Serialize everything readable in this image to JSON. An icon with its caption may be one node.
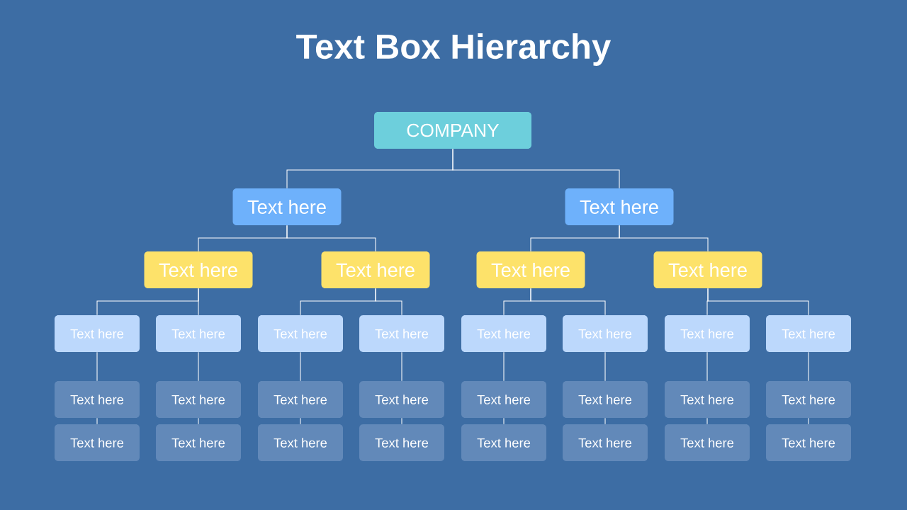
{
  "diagram": {
    "title": "Text Box Hierarchy",
    "nodes": [
      {
        "text": [
          "COMPANY"
        ]
      },
      {
        "text": [
          "Text here"
        ]
      },
      {
        "text": [
          "Text here"
        ]
      },
      {
        "text": [
          "Text here"
        ]
      },
      {
        "text": [
          "Text here"
        ]
      },
      {
        "text": [
          "Text here"
        ]
      },
      {
        "text": [
          "Text here"
        ]
      },
      {
        "text": [
          "Text here"
        ]
      },
      {
        "text": [
          "Text here"
        ]
      },
      {
        "text": [
          "Text here"
        ]
      },
      {
        "text": [
          "Text here"
        ]
      },
      {
        "text": [
          "Text here"
        ]
      },
      {
        "text": [
          "Text here"
        ]
      },
      {
        "text": [
          "Text here"
        ]
      },
      {
        "text": [
          "Text here"
        ]
      },
      {
        "text": [
          "Text here"
        ]
      },
      {
        "text": [
          "Text here"
        ]
      },
      {
        "text": [
          "Text here"
        ]
      },
      {
        "text": [
          "Text here"
        ]
      },
      {
        "text": [
          "Text here"
        ]
      },
      {
        "text": [
          "Text here"
        ]
      },
      {
        "text": [
          "Text here"
        ]
      },
      {
        "text": [
          "Text here"
        ]
      },
      {
        "text": [
          "Text here"
        ]
      },
      {
        "text": [
          "Text here"
        ]
      },
      {
        "text": [
          "Text here"
        ]
      },
      {
        "text": [
          "Text here"
        ]
      },
      {
        "text": [
          "Text here"
        ]
      },
      {
        "text": [
          "Text here"
        ]
      },
      {
        "text": [
          "Text here"
        ]
      },
      {
        "text": [
          "Text here"
        ]
      }
    ],
    "edges": [
      {
        "from": 0,
        "to": 1,
        "arrow": "none"
      },
      {
        "from": 0,
        "to": 2,
        "arrow": "none"
      },
      {
        "from": 1,
        "to": 3,
        "arrow": "none"
      },
      {
        "from": 1,
        "to": 4,
        "arrow": "none"
      },
      {
        "from": 2,
        "to": 5,
        "arrow": "none"
      },
      {
        "from": 2,
        "to": 6,
        "arrow": "none"
      },
      {
        "from": 3,
        "to": 7,
        "arrow": "none"
      },
      {
        "from": 3,
        "to": 8,
        "arrow": "none"
      },
      {
        "from": 4,
        "to": 9,
        "arrow": "none"
      },
      {
        "from": 4,
        "to": 10,
        "arrow": "none"
      },
      {
        "from": 5,
        "to": 11,
        "arrow": "none"
      },
      {
        "from": 5,
        "to": 12,
        "arrow": "none"
      },
      {
        "from": 6,
        "to": 13,
        "arrow": "none"
      },
      {
        "from": 6,
        "to": 14,
        "arrow": "none"
      },
      {
        "from": 7,
        "to": 15,
        "arrow": "none"
      },
      {
        "from": 8,
        "to": 16,
        "arrow": "none"
      },
      {
        "from": 9,
        "to": 17,
        "arrow": "none"
      },
      {
        "from": 10,
        "to": 18,
        "arrow": "none"
      },
      {
        "from": 11,
        "to": 19,
        "arrow": "none"
      },
      {
        "from": 12,
        "to": 20,
        "arrow": "none"
      },
      {
        "from": 13,
        "to": 21,
        "arrow": "none"
      },
      {
        "from": 14,
        "to": 22,
        "arrow": "none"
      },
      {
        "from": 15,
        "to": 23,
        "arrow": "none"
      },
      {
        "from": 16,
        "to": 24,
        "arrow": "none"
      },
      {
        "from": 17,
        "to": 25,
        "arrow": "none"
      },
      {
        "from": 18,
        "to": 26,
        "arrow": "none"
      },
      {
        "from": 19,
        "to": 27,
        "arrow": "none"
      },
      {
        "from": 20,
        "to": 28,
        "arrow": "none"
      },
      {
        "from": 21,
        "to": 29,
        "arrow": "none"
      },
      {
        "from": 22,
        "to": 30,
        "arrow": "none"
      }
    ]
  }
}
